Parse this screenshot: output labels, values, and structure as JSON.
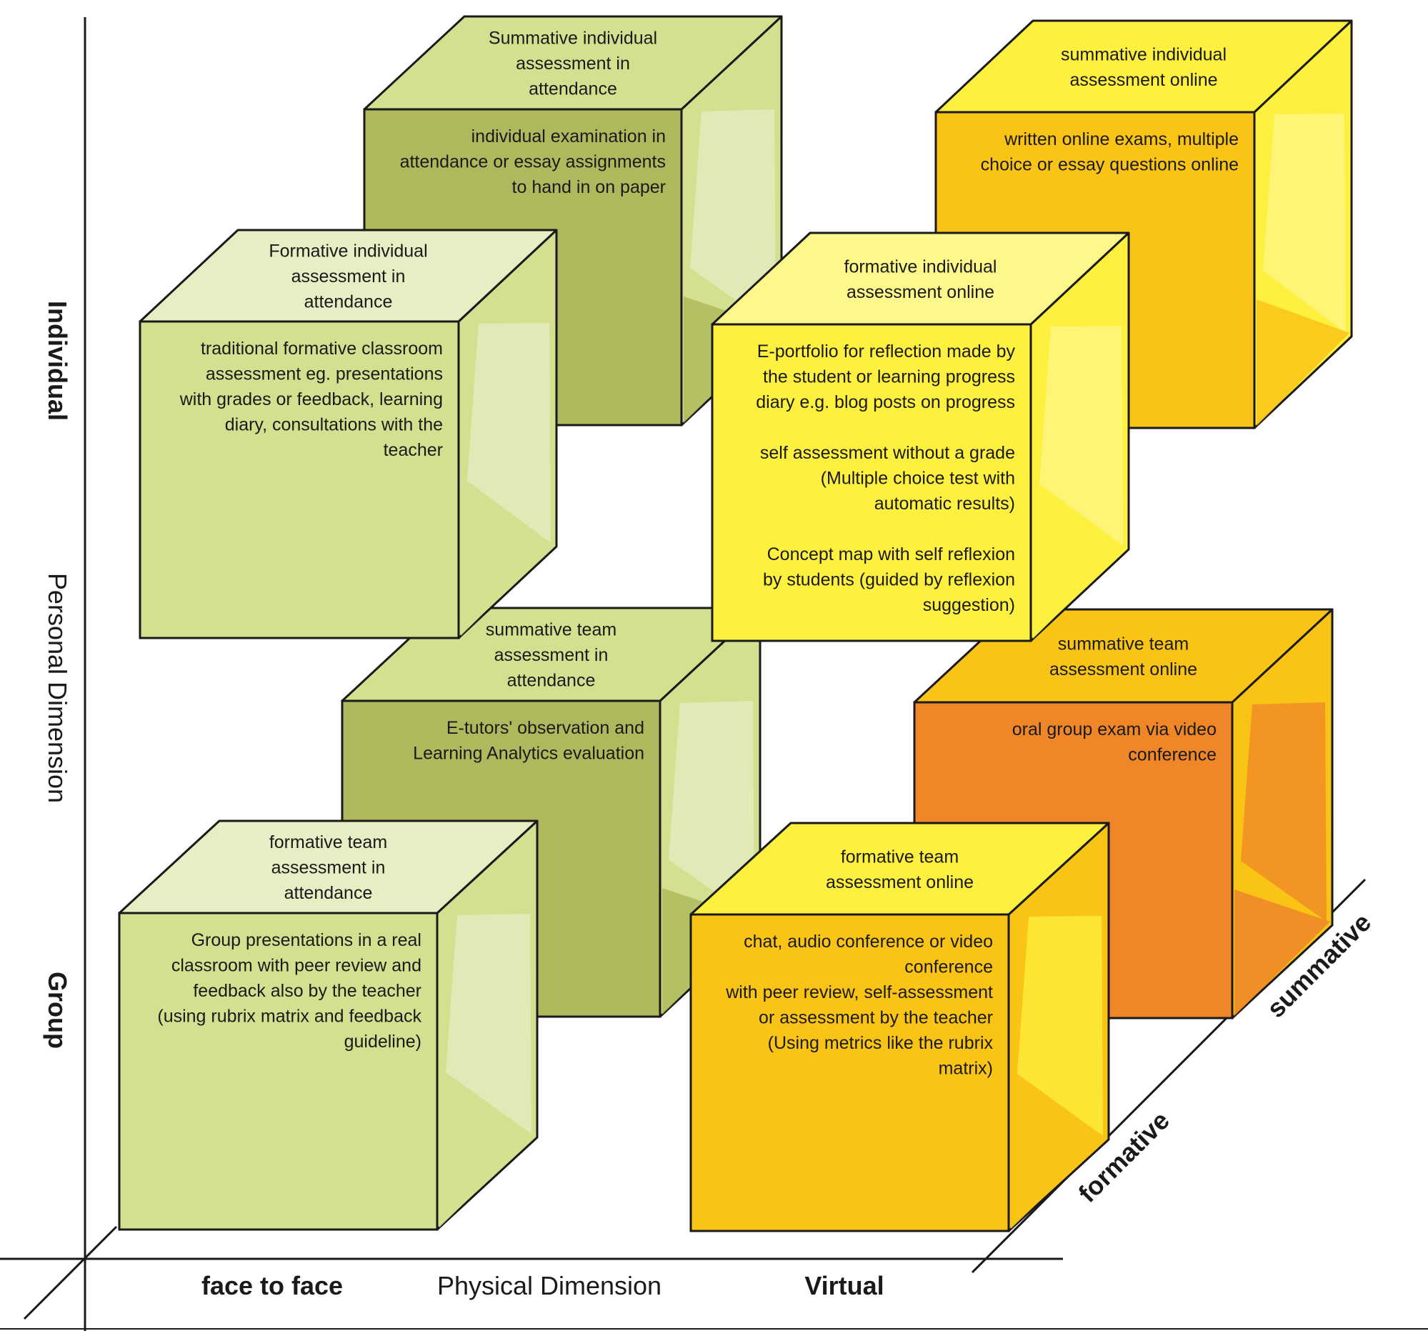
{
  "axes": {
    "vertical": {
      "top_label": "Individual",
      "middle_label": "Personal Dimension",
      "bottom_label": "Group"
    },
    "horizontal": {
      "left_label": "face to face",
      "middle_label": "Physical Dimension",
      "right_label": "Virtual"
    },
    "depth": {
      "near_label": "formative",
      "far_label": "summative"
    }
  },
  "cubes": [
    {
      "id": "summative-individual-attendance",
      "top_lines": [
        "Summative individual",
        "assessment in",
        "attendance"
      ],
      "front_lines": [
        "individual examination in",
        "attendance or essay assignments",
        "to hand in on paper"
      ],
      "colors": {
        "top": "#d4e08f",
        "front": "#afb85c",
        "side": "#d4e08f",
        "side_highlight": "#e6eec4",
        "side_shadow": "#afb85c"
      }
    },
    {
      "id": "summative-individual-online",
      "top_lines": [
        "summative individual",
        "assessment online"
      ],
      "front_lines": [
        "written online exams, multiple",
        "choice or essay questions online"
      ],
      "colors": {
        "top": "#fdf03f",
        "front": "#f9c416",
        "side": "#fdf03f",
        "side_highlight": "#fef78a",
        "side_shadow": "#f9c416"
      }
    },
    {
      "id": "summative-team-attendance",
      "top_lines": [
        "summative team",
        "assessment in",
        "attendance"
      ],
      "front_lines": [
        "E-tutors' observation and",
        "Learning Analytics  evaluation"
      ],
      "colors": {
        "top": "#d4e08f",
        "front": "#afb85c",
        "side": "#d4e08f",
        "side_highlight": "#e6eec4",
        "side_shadow": "#afb85c"
      }
    },
    {
      "id": "summative-team-online",
      "top_lines": [
        "summative team",
        "assessment online"
      ],
      "front_lines": [
        "oral group exam via video",
        "conference"
      ],
      "colors": {
        "top": "#f9c416",
        "front": "#ef8628",
        "side": "#f9c416",
        "side_highlight": "#ef8628",
        "side_shadow": "#ef8628"
      }
    },
    {
      "id": "formative-individual-attendance",
      "top_lines": [
        "Formative individual",
        "assessment in",
        "attendance"
      ],
      "front_lines": [
        "traditional formative classroom",
        "assessment  eg. presentations",
        "with grades or feedback, learning",
        "diary, consultations with the",
        "teacher"
      ],
      "colors": {
        "top": "#e6eec4",
        "front": "#d4e08f",
        "side": "#d4e08f",
        "side_highlight": "#e6eec4",
        "side_shadow": "#d4e08f"
      }
    },
    {
      "id": "formative-individual-online",
      "top_lines": [
        "formative individual",
        "assessment online"
      ],
      "front_lines": [
        "E-portfolio for reflection made by",
        "the student or learning progress",
        "diary e.g. blog posts on progress",
        "",
        "self assessment without a grade",
        "(Multiple choice test with",
        "automatic results)",
        "",
        "Concept map with self reflexion",
        "by students (guided by reflexion",
        "suggestion)"
      ],
      "colors": {
        "top": "#fef78a",
        "front": "#fdf03f",
        "side": "#fdf03f",
        "side_highlight": "#fef78a",
        "side_shadow": "#fdf03f"
      }
    },
    {
      "id": "formative-team-attendance",
      "top_lines": [
        "formative team",
        "assessment in",
        "attendance"
      ],
      "front_lines": [
        "Group presentations in a real",
        "classroom with peer review and",
        "feedback  also by the teacher",
        "(using rubrix matrix and feedback",
        "guideline)"
      ],
      "colors": {
        "top": "#e6eec4",
        "front": "#d4e08f",
        "side": "#d4e08f",
        "side_highlight": "#e6eec4",
        "side_shadow": "#d4e08f"
      }
    },
    {
      "id": "formative-team-online",
      "top_lines": [
        "formative team",
        "assessment online"
      ],
      "front_lines": [
        "chat, audio conference or video",
        "conference",
        "with peer review, self-assessment",
        "or assessment by the teacher",
        "(Using metrics like the rubrix",
        "matrix)"
      ],
      "colors": {
        "top": "#fdf03f",
        "front": "#f9c416",
        "side": "#f9c416",
        "side_highlight": "#fdf03f",
        "side_shadow": "#f9c416"
      }
    }
  ]
}
